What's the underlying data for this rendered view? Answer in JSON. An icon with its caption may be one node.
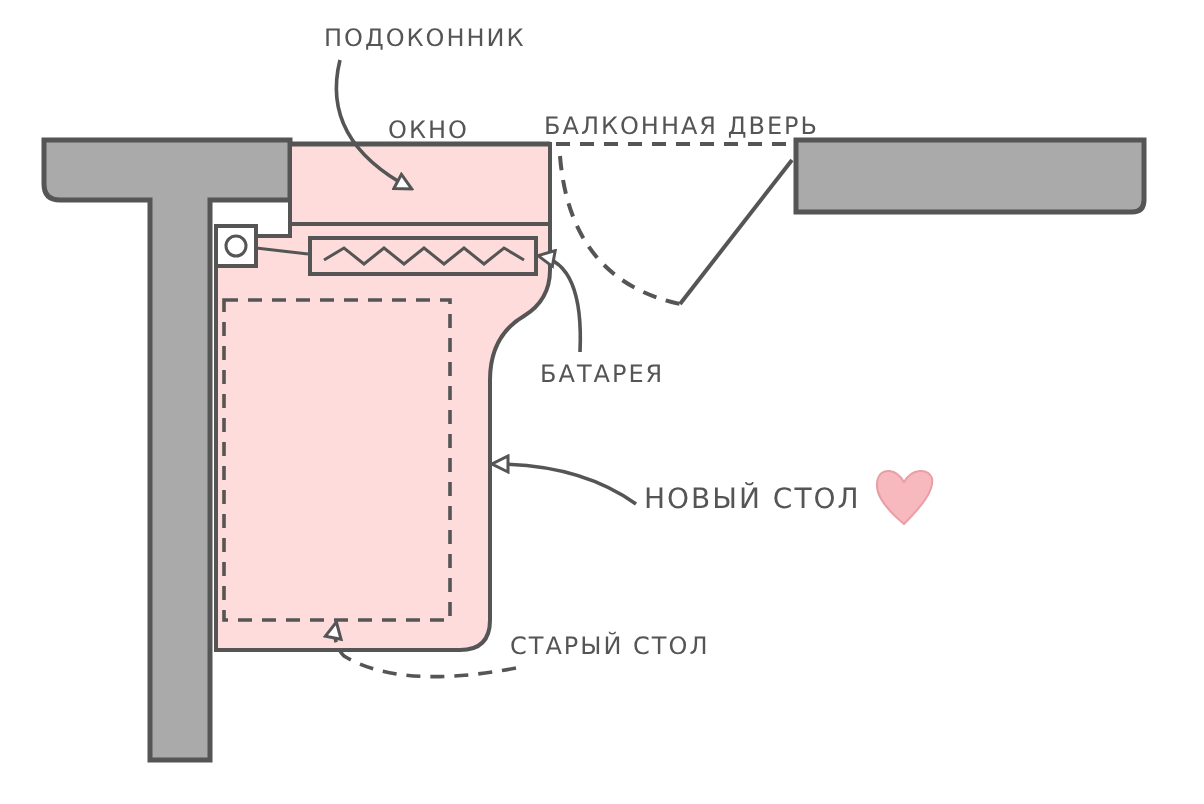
{
  "diagram": {
    "nodes": [
      {
        "text": [],
        "shape": "box"
      },
      {
        "text": [
          "ПОДОКОННИК"
        ]
      },
      {
        "text": [],
        "shape": "box",
        "in": 0
      },
      {
        "text": [
          "БАТАРЕЯ"
        ]
      },
      {
        "text": [],
        "shape": "box",
        "in": 0
      },
      {
        "text": [
          "НОВЫЙ СТОЛ"
        ]
      },
      {
        "text": [
          "СТАРЫЙ СТОЛ"
        ]
      },
      {
        "text": [],
        "shape": "box",
        "in": 0
      }
    ],
    "edges": [
      {
        "from": 1,
        "to": 2,
        "arrow": "to"
      },
      {
        "from": 3,
        "to": 4,
        "arrow": "to"
      },
      {
        "from": 5,
        "to": 0,
        "arrow": "to"
      },
      {
        "from": 6,
        "to": 7,
        "arrow": "to",
        "style": "dashed"
      }
    ],
    "labels": [
      "ОКНО",
      "БАЛКОННАЯ ДВЕРЬ"
    ]
  }
}
